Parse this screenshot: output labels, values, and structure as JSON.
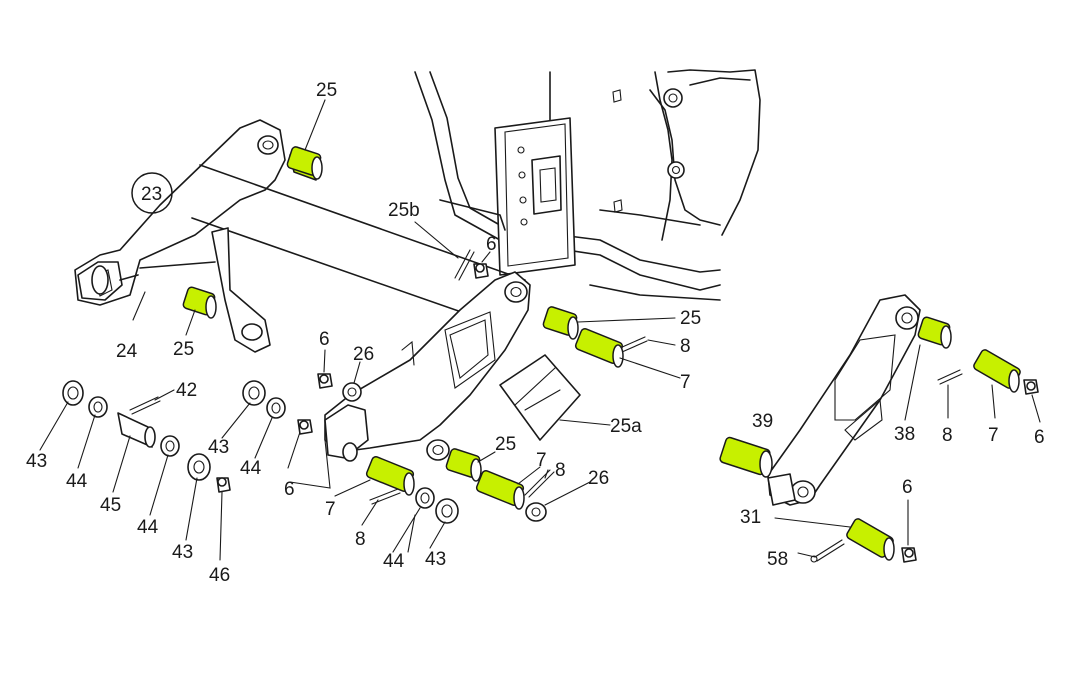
{
  "labels": {
    "l23": "23",
    "l24": "24",
    "l25_top": "25",
    "l25_left": "25",
    "l25b": "25b",
    "l6_top": "6",
    "l6_mid": "6",
    "l26_mid": "26",
    "l25_right": "25",
    "l8_right": "8",
    "l7_right": "7",
    "l42": "42",
    "l43_a": "43",
    "l44_a": "44",
    "l45": "45",
    "l44_b": "44",
    "l43_b": "43",
    "l46": "46",
    "l43_c": "43",
    "l44_c": "44",
    "l6_low": "6",
    "l7_low": "7",
    "l8_low": "8",
    "l44_d": "44",
    "l43_d": "43",
    "l25_low": "25",
    "l7_low2": "7",
    "l8_low2": "8",
    "l26_low": "26",
    "l25a": "25a",
    "l39": "39",
    "l38": "38",
    "l8_side": "8",
    "l7_side": "7",
    "l6_side": "6",
    "l31": "31",
    "l6_side2": "6",
    "l58": "58"
  },
  "colors": {
    "highlight": "#c7f000",
    "highlight_dark": "#9cc400",
    "line": "#1a1a1a"
  }
}
